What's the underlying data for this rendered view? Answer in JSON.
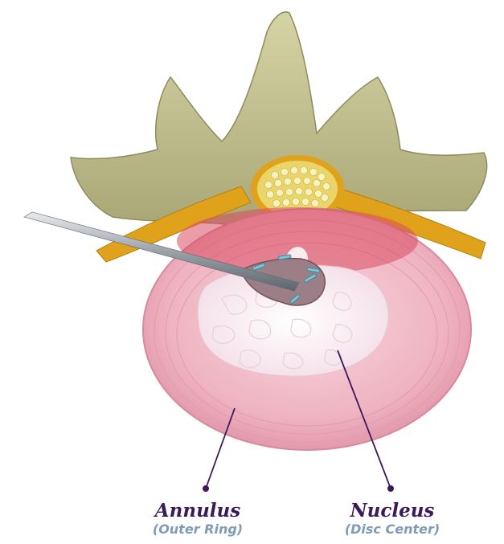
{
  "labels": {
    "annulus": {
      "title": "Annulus",
      "subtitle": "(Outer Ring)"
    },
    "nucleus": {
      "title": "Nucleus",
      "subtitle": "(Disc Center)"
    }
  },
  "colors": {
    "bone": "#c9c79a",
    "bone_dark": "#8e8c5e",
    "nerve": "#e0a21a",
    "spinal_cord": "#e9d56a",
    "annulus": "#efb3c1",
    "annulus_dark": "#d8899c",
    "nucleus": "#f7eef3",
    "leader_line": "#3b1a5a",
    "label_title": "#3b1a5a",
    "label_subtitle": "#7f9bb5"
  }
}
